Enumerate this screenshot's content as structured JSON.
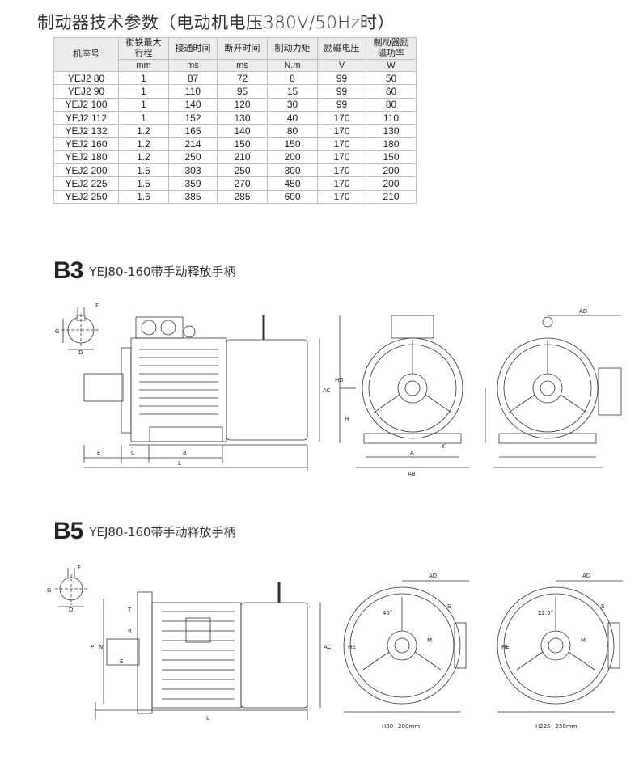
{
  "title": "制动器技术参数（电动机电压380V/50Hz时）",
  "table": {
    "headers": [
      {
        "top": "机座号",
        "bottom": ""
      },
      {
        "top": "衔铁最大行程",
        "bottom": "mm"
      },
      {
        "top": "接通时间",
        "bottom": "ms"
      },
      {
        "top": "断开时间",
        "bottom": "ms"
      },
      {
        "top": "制动力矩",
        "bottom": "N.m"
      },
      {
        "top": "励磁电压",
        "bottom": "V"
      },
      {
        "top": "制动器励磁功率",
        "bottom": "W"
      }
    ],
    "rows": [
      [
        "YEJ2 80",
        "1",
        "87",
        "72",
        "8",
        "99",
        "50"
      ],
      [
        "YEJ2 90",
        "1",
        "110",
        "95",
        "15",
        "99",
        "60"
      ],
      [
        "YEJ2 100",
        "1",
        "140",
        "120",
        "30",
        "99",
        "80"
      ],
      [
        "YEJ2 112",
        "1",
        "152",
        "130",
        "40",
        "170",
        "110"
      ],
      [
        "YEJ2 132",
        "1.2",
        "165",
        "140",
        "80",
        "170",
        "130"
      ],
      [
        "YEJ2 160",
        "1.2",
        "214",
        "150",
        "150",
        "170",
        "180"
      ],
      [
        "YEJ2 180",
        "1.2",
        "250",
        "210",
        "200",
        "170",
        "150"
      ],
      [
        "YEJ2 200",
        "1.5",
        "303",
        "250",
        "300",
        "170",
        "200"
      ],
      [
        "YEJ2 225",
        "1.5",
        "359",
        "270",
        "450",
        "170",
        "200"
      ],
      [
        "YEJ2 250",
        "1.6",
        "385",
        "285",
        "600",
        "170",
        "210"
      ]
    ]
  },
  "b3": {
    "code": "B3",
    "subtitle": "YEJ80-160带手动释放手柄",
    "labels": {
      "F": "F",
      "G": "G",
      "D": "D",
      "E": "E",
      "C": "C",
      "B": "B",
      "L": "L",
      "HD": "HD",
      "AC": "AC",
      "H": "H",
      "A": "A",
      "AB": "AB",
      "K": "K",
      "AD": "AD"
    }
  },
  "b5": {
    "code": "B5",
    "subtitle": "YEJ80-160带手动释放手柄",
    "labels": {
      "F": "F",
      "G": "G",
      "D": "D",
      "E": "E",
      "L": "L",
      "P": "P",
      "N": "N",
      "T": "T",
      "R": "R",
      "AC": "AC",
      "AD": "AD",
      "S": "S",
      "M": "M",
      "HE": "HE",
      "angle1": "45°",
      "angle2": "22.5°",
      "caption1": "H80~200mm",
      "caption2": "H225~250mm"
    }
  }
}
